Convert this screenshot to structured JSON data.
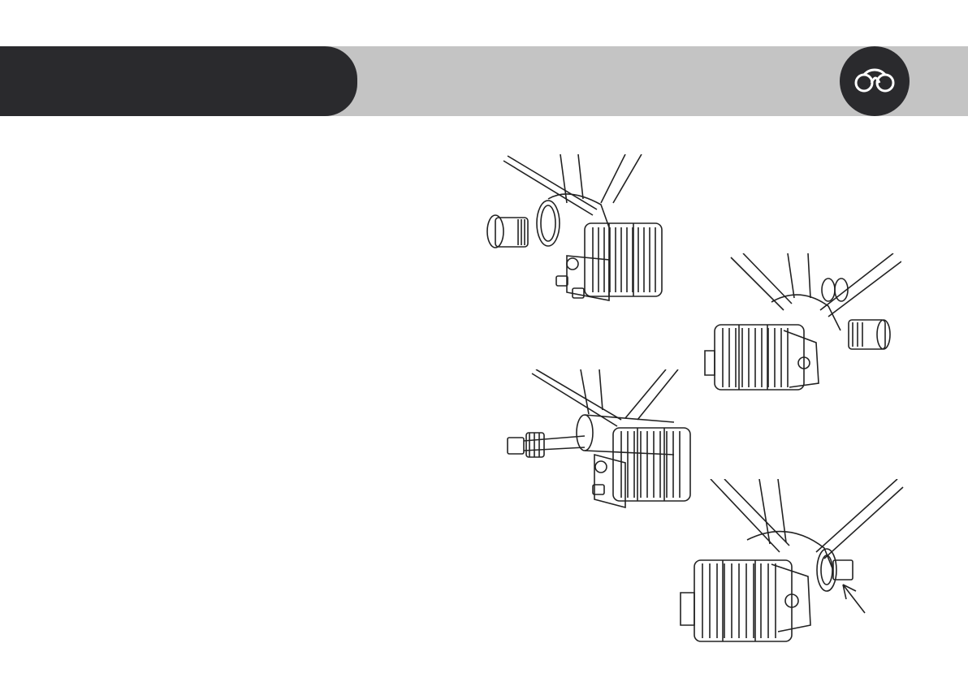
{
  "header": {
    "logo_icon": "bicycle-brand-logo-icon"
  },
  "colors": {
    "header_dark": "#2a2a2d",
    "header_light": "#c4c4c4",
    "line": "#222222"
  },
  "figures": [
    {
      "icon": "bottom-bracket-removal-left-illustration"
    },
    {
      "icon": "bottom-bracket-removal-right-illustration"
    },
    {
      "icon": "spindle-insertion-illustration"
    },
    {
      "icon": "bottom-bracket-tightening-arrow-illustration"
    }
  ]
}
